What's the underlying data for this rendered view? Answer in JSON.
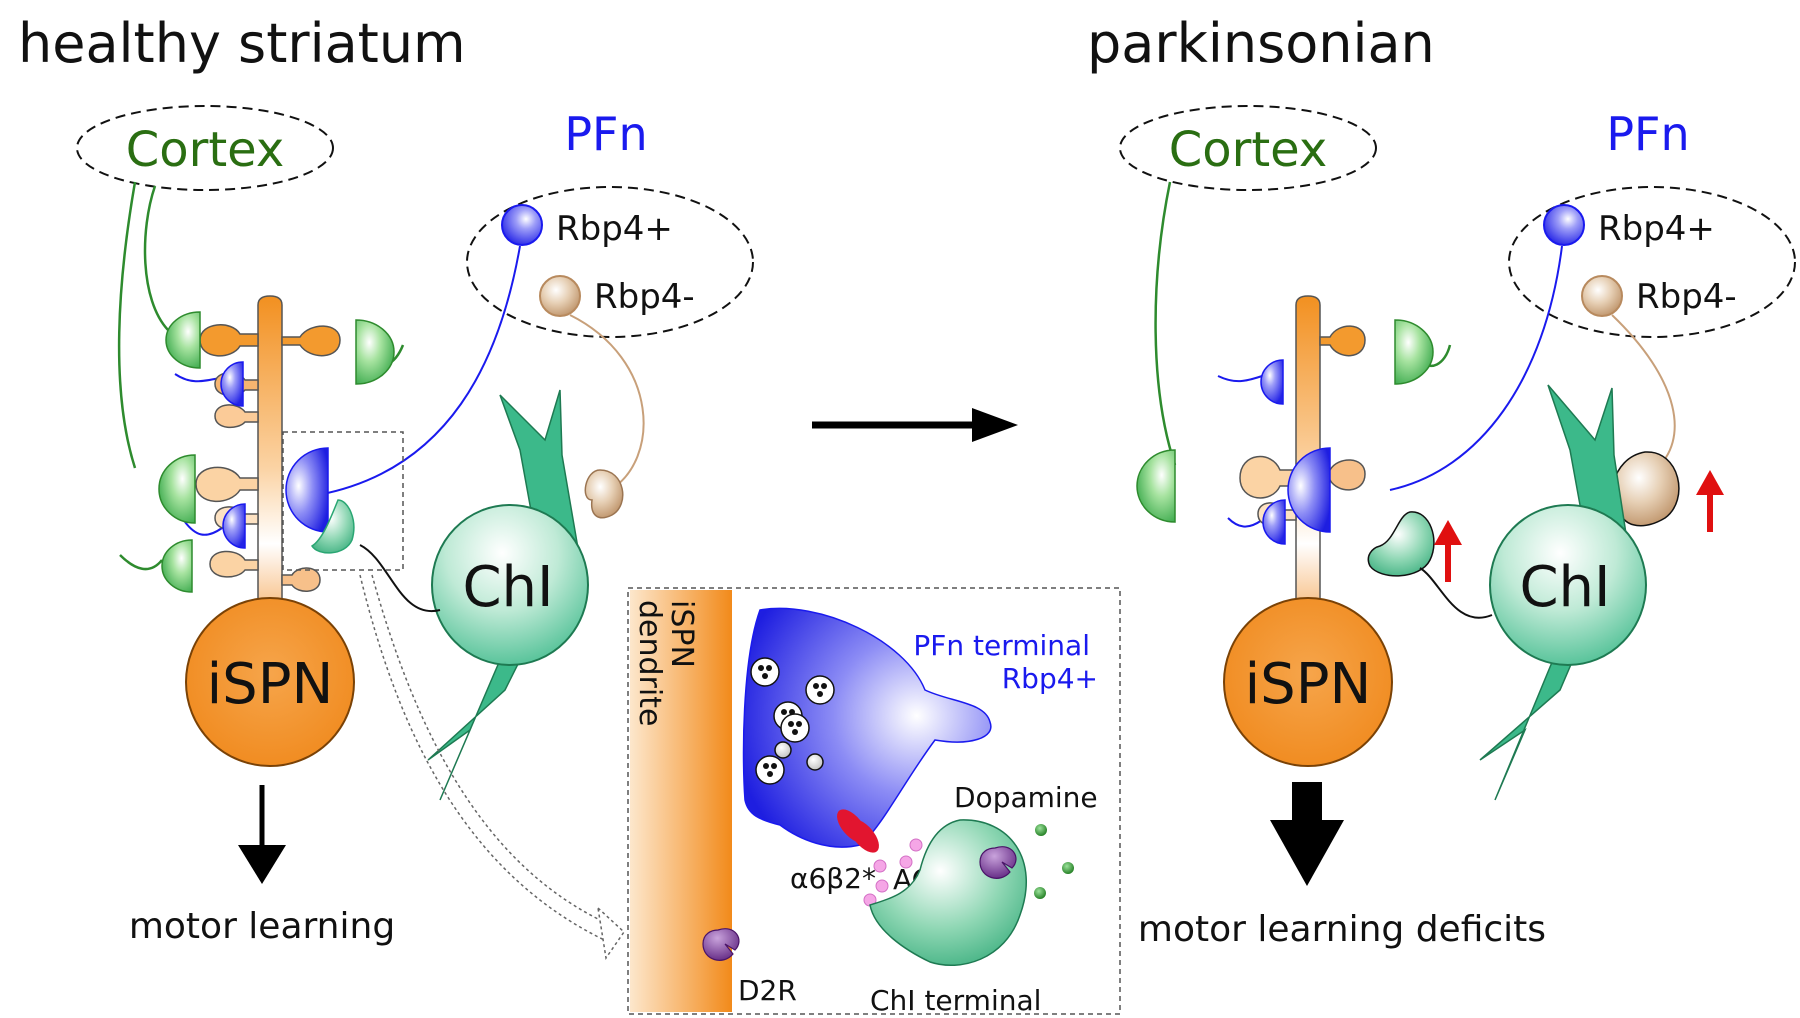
{
  "titles": {
    "left": "healthy striatum",
    "right": "parkinsonian"
  },
  "labels": {
    "cortex": "Cortex",
    "pfn": "PFn",
    "rbp4_pos": "Rbp4+",
    "rbp4_neg": "Rbp4-",
    "chi": "ChI",
    "ispn": "iSPN",
    "motor_learning": "motor learning",
    "motor_learning_deficits": "motor learning deficits"
  },
  "inset": {
    "ispn_dendrite_line1": "iSPN",
    "ispn_dendrite_line2": "dendrite",
    "pfn_terminal": "PFn terminal",
    "rbp4_pos": "Rbp4+",
    "dopamine": "Dopamine",
    "receptor": "α6β2*",
    "ach": "ACh",
    "d2r": "D2R",
    "chi_terminal": "ChI terminal"
  },
  "colors": {
    "cortex_green": "#2a6e12",
    "pfn_blue": "#1a1aee",
    "ispn_orange": "#f39a2e",
    "chi_green": "#3cb98a",
    "rbp4_neg_tan": "#c8a07a",
    "receptor_red": "#e2152f",
    "ach_pink": "#f5a6e6",
    "d2r_purple": "#6c2a8c",
    "dopamine_green": "#2e8b2e",
    "up_arrow_red": "#e01010"
  }
}
